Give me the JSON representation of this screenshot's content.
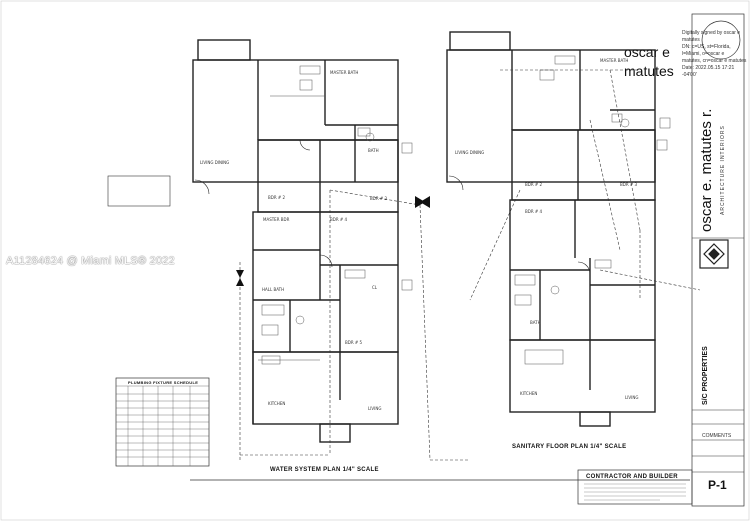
{
  "watermark": "A11284624 @ Miami MLS® 2022",
  "left_plan": {
    "title": "WATER SYSTEM PLAN 1/4\" SCALE",
    "labels": [
      "MASTER BATH",
      "LIVING DINING",
      "BATH",
      "BDR # 2",
      "BDR # 3",
      "MASTER BDR",
      "BDR # 4",
      "HALL BATH",
      "BDR # 5",
      "CL",
      "KITCHEN",
      "LIVING"
    ]
  },
  "right_plan": {
    "title": "SANITARY FLOOR PLAN 1/4\" SCALE",
    "labels": [
      "MASTER BATH",
      "LIVING DINING",
      "BDR # 2",
      "BDR # 3",
      "BDR # 4",
      "BATH",
      "KITCHEN",
      "LIVING"
    ]
  },
  "schedule": {
    "title": "PLUMBING FIXTURE SCHEDULE"
  },
  "signature": {
    "big_name_1": "oscar e",
    "big_name_2": "matutes",
    "line_1": "Digitally signed by oscar e",
    "line_2": "matutes",
    "line_3": "DN: c=US, st=Florida,",
    "line_4": "l=Miami, o=oscar e",
    "line_5": "matutes, cn=oscar e matutes",
    "line_6": "Date: 2022.05.15 17:21",
    "line_7": "-04'00'"
  },
  "title_block": {
    "firm_name": "oscar e. matutes r.",
    "firm_sub": "ARCHITECTURE     INTERIORS",
    "project": "S/C PROPERTIES",
    "comments": "COMMENTS",
    "sheet_number": "P-1"
  },
  "contractor_box": {
    "heading": "CONTRACTOR AND BUILDER"
  },
  "colors": {
    "line": "#222222",
    "light_line": "#888888",
    "paper": "#ffffff"
  }
}
